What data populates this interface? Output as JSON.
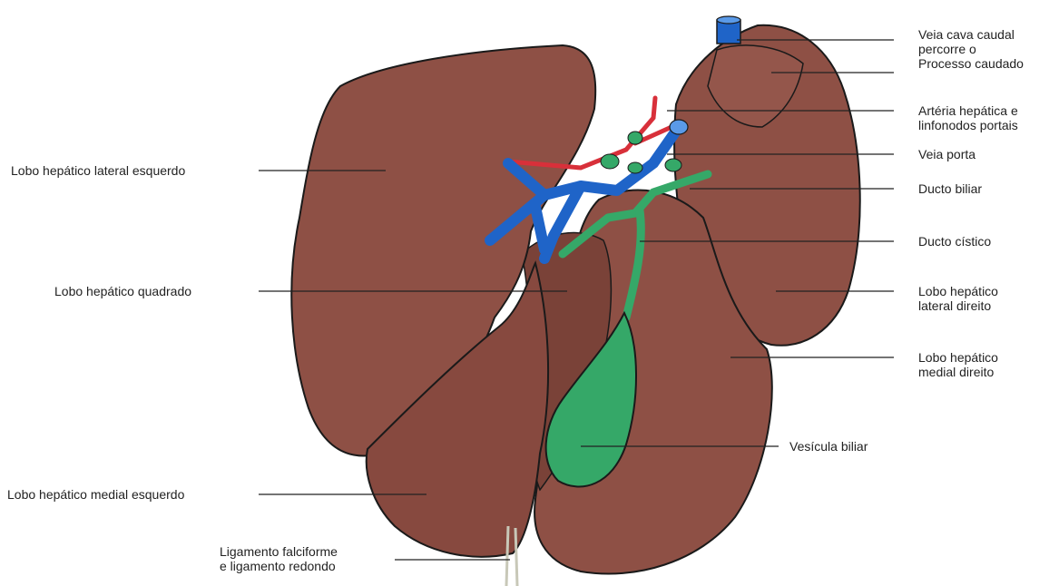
{
  "labels": {
    "veia_cava": [
      "Veia cava caudal",
      "percorre o",
      "Processo caudado"
    ],
    "arteria": [
      "Artéria hepática e",
      "linfonodos portais"
    ],
    "veia_porta": "Veia porta",
    "ducto_biliar": "Ducto biliar",
    "ducto_cistico": "Ducto cístico",
    "lobo_lateral_direito": [
      "Lobo hepático",
      "lateral direito"
    ],
    "lobo_medial_direito": [
      "Lobo hepático",
      "medial direito"
    ],
    "vesicula": "Vesícula biliar",
    "lobo_lateral_esquerdo": "Lobo hepático lateral esquerdo",
    "lobo_quadrado": "Lobo hepático quadrado",
    "lobo_medial_esquerdo": "Lobo hepático medial esquerdo",
    "ligamento": [
      "Ligamento falciforme",
      "e ligamento redondo"
    ]
  },
  "colors": {
    "liver": "#8e5045",
    "liver_dark": "#6e3a31",
    "outline": "#1a1a1a",
    "vein": "#1f64c8",
    "artery": "#d8303a",
    "bile": "#35a868",
    "leader": "#222222"
  }
}
